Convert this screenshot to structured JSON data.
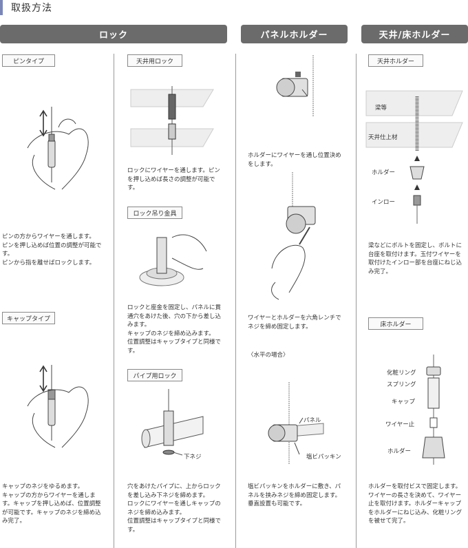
{
  "page": {
    "title": "取扱方法"
  },
  "headers": {
    "lock": "ロック",
    "panel": "パネルホルダー",
    "ceiling": "天井/床ホルダー"
  },
  "col1": {
    "pin": {
      "tag": "ピンタイプ",
      "text": "ピンの方からワイヤーを通します。\nピンを押し込めば位置の調整が可能です。\nピンから指を離せばロックします。"
    },
    "cap": {
      "tag": "キャップタイプ",
      "text": "キャップのネジをゆるめます。\nキャップの方からワイヤーを通します。キャップを押し込めば、位置調整が可能です。キャップのネジを締め込み完了。"
    }
  },
  "col2": {
    "ceiling_lock": {
      "tag": "天井用ロック",
      "text": "ロックにワイヤーを通します。ピンを押し込めば長さの調整が可能です。"
    },
    "hanger": {
      "tag": "ロック吊り金具",
      "text": "ロックと座金を固定し、パネルに貫通穴をあけた後、穴の下から差し込みます。\nキャップのネジを締め込みます。\n位置調整はキャップタイプと同様です。"
    },
    "pipe": {
      "tag": "パイプ用ロック",
      "label": "下ネジ",
      "text": "穴をあけたパイプに、上からロックを差し込み下ネジを締めます。\nロックにワイヤーを通しキャップのネジを締め込みます。\n位置調整はキャップタイプと同様です。"
    }
  },
  "col3": {
    "text1": "ホルダーにワイヤーを通し位置決めをします。",
    "text2": "ワイヤーとホルダーを六角レンチでネジを締め固定します。",
    "horizontal": "〈水平の場合〉",
    "label_panel": "パネル",
    "label_packing": "塩ビパッキン",
    "text3": "塩ビパッキンをホルダーに敷き、パネルを挟みネジを締め固定します。垂直設置も可能です。"
  },
  "col4": {
    "ceiling_holder": {
      "tag": "天井ホルダー",
      "label_beam": "梁等",
      "label_finish": "天井仕上材",
      "label_holder": "ホルダー",
      "label_inlo": "インロー",
      "text": "梁などにボルトを固定し、ボルトに台座を取付けます。玉付ワイヤーを取付けたインロー部を台座にねじ込み完了。"
    },
    "floor_holder": {
      "tag": "床ホルダー",
      "label_ring": "化粧リング",
      "label_spring": "スプリング",
      "label_cap": "キャップ",
      "label_stop": "ワイヤー止",
      "label_holder": "ホルダー",
      "text": "ホルダーを取付ビスで固定します。ワイヤーの長さを決めて、ワイヤー止を取付けます。ホルダーキャップをホルダーにねじ込み、化粧リングを被せて完了。"
    }
  }
}
